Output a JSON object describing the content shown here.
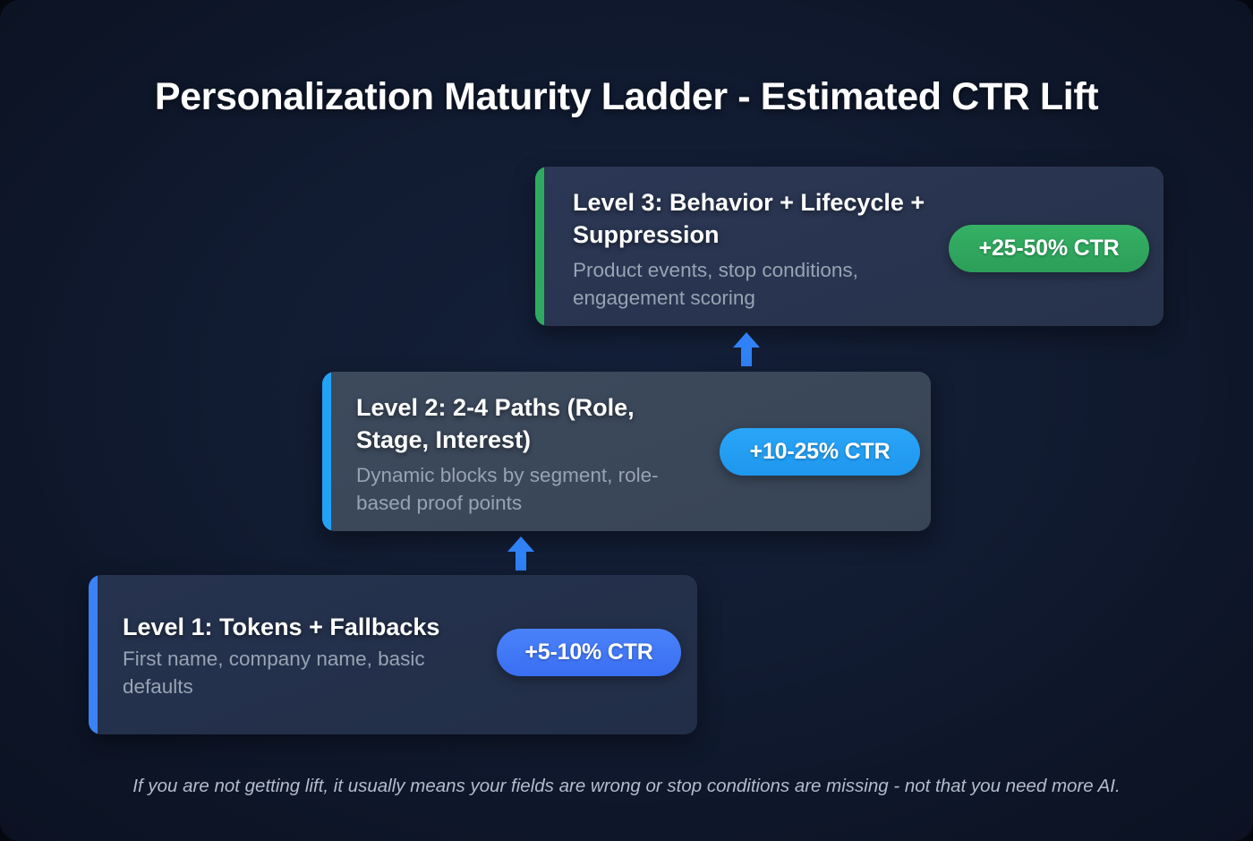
{
  "page": {
    "title": "Personalization Maturity Ladder - Estimated CTR Lift",
    "footer": "If you are not getting lift, it usually means your fields are wrong or stop conditions are missing - not that you need more AI.",
    "background_color": "#111b31"
  },
  "levels": [
    {
      "id": "level-3",
      "title": "Level 3: Behavior + Lifecycle + Suppression",
      "subtitle": "Product events, stop conditions, engagement scoring",
      "badge": "+25-50% CTR",
      "accent_color": "#2fab61",
      "badge_color": "#2fa65d",
      "card_color": "#2a3651"
    },
    {
      "id": "level-2",
      "title": "Level 2: 2-4 Paths (Role, Stage, Interest)",
      "subtitle": "Dynamic blocks by segment, role-based proof points",
      "badge": "+10-25% CTR",
      "accent_color": "#22a2f5",
      "badge_color": "#239ef3",
      "card_color": "#3b4859"
    },
    {
      "id": "level-1",
      "title": "Level 1: Tokens + Fallbacks",
      "subtitle": "First name, company name, basic defaults",
      "badge": "+5-10% CTR",
      "accent_color": "#3b82f6",
      "badge_color": "#4077f6",
      "card_color": "#243149"
    }
  ],
  "connectors": [
    {
      "id": "arrow-level1-to-level2",
      "icon": "arrow-up-icon",
      "color": "#2f82f6"
    },
    {
      "id": "arrow-level2-to-level3",
      "icon": "arrow-up-icon",
      "color": "#2f82f6"
    }
  ]
}
